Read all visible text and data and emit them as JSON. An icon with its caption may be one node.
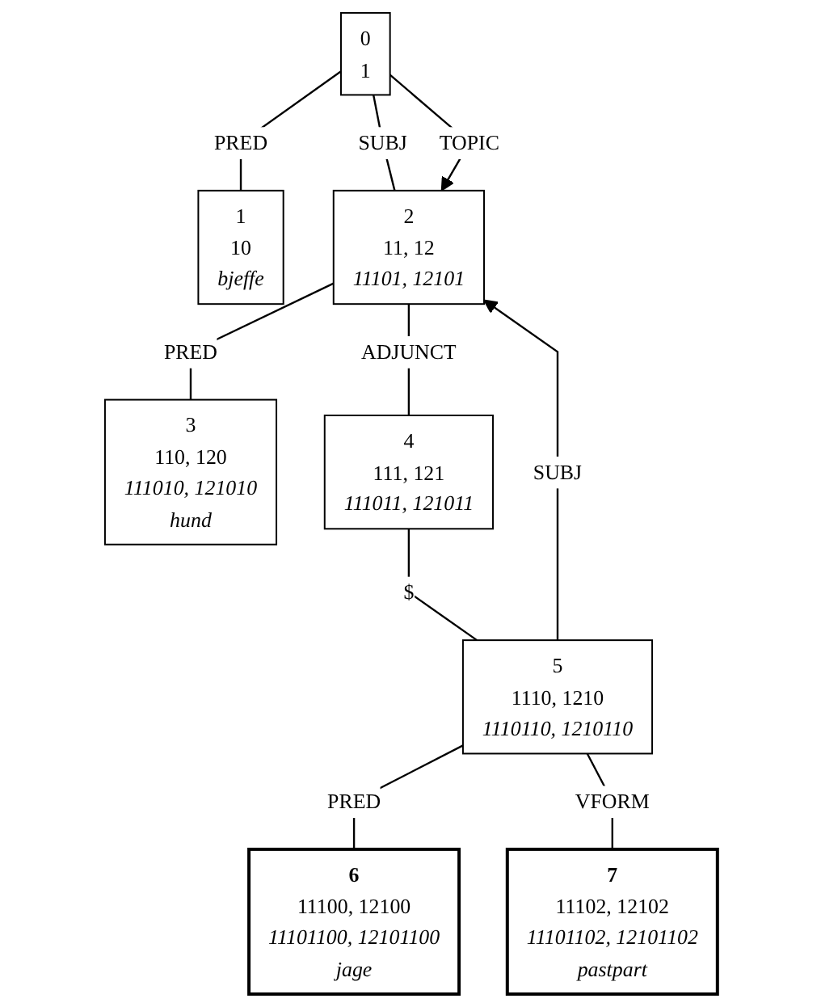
{
  "diagram": {
    "nodes": [
      {
        "text": [
          "0",
          "1"
        ]
      },
      {
        "text": [
          "1",
          "10",
          "bjeffe"
        ]
      },
      {
        "text": [
          "2",
          "11, 12",
          "11101, 12101"
        ]
      },
      {
        "text": [
          "3",
          "110, 120",
          "111010, 121010",
          "hund"
        ]
      },
      {
        "text": [
          "4",
          "111, 121",
          "111011, 121011"
        ]
      },
      {
        "text": [
          "5",
          "1110, 1210",
          "1110110, 1210110"
        ]
      },
      {
        "text": [
          "6",
          "11100, 12100",
          "11101100, 12101100",
          "jage"
        ]
      },
      {
        "text": [
          "7",
          "11102, 12102",
          "11101102, 12101102",
          "pastpart"
        ]
      }
    ],
    "edges": [
      {
        "from": 0,
        "to": 1,
        "arrow": "none",
        "label": "PRED"
      },
      {
        "from": 0,
        "to": 2,
        "arrow": "none",
        "label": "SUBJ"
      },
      {
        "from": 0,
        "to": 2,
        "arrow": "to",
        "label": "TOPIC"
      },
      {
        "from": 2,
        "to": 3,
        "arrow": "none",
        "label": "PRED"
      },
      {
        "from": 2,
        "to": 4,
        "arrow": "none",
        "label": "ADJUNCT"
      },
      {
        "from": 4,
        "to": 5,
        "arrow": "none",
        "label": "$"
      },
      {
        "from": 5,
        "to": 6,
        "arrow": "none",
        "label": "PRED"
      },
      {
        "from": 5,
        "to": 7,
        "arrow": "none",
        "label": "VFORM"
      },
      {
        "from": 5,
        "to": 2,
        "arrow": "to",
        "label": "SUBJ"
      }
    ]
  }
}
